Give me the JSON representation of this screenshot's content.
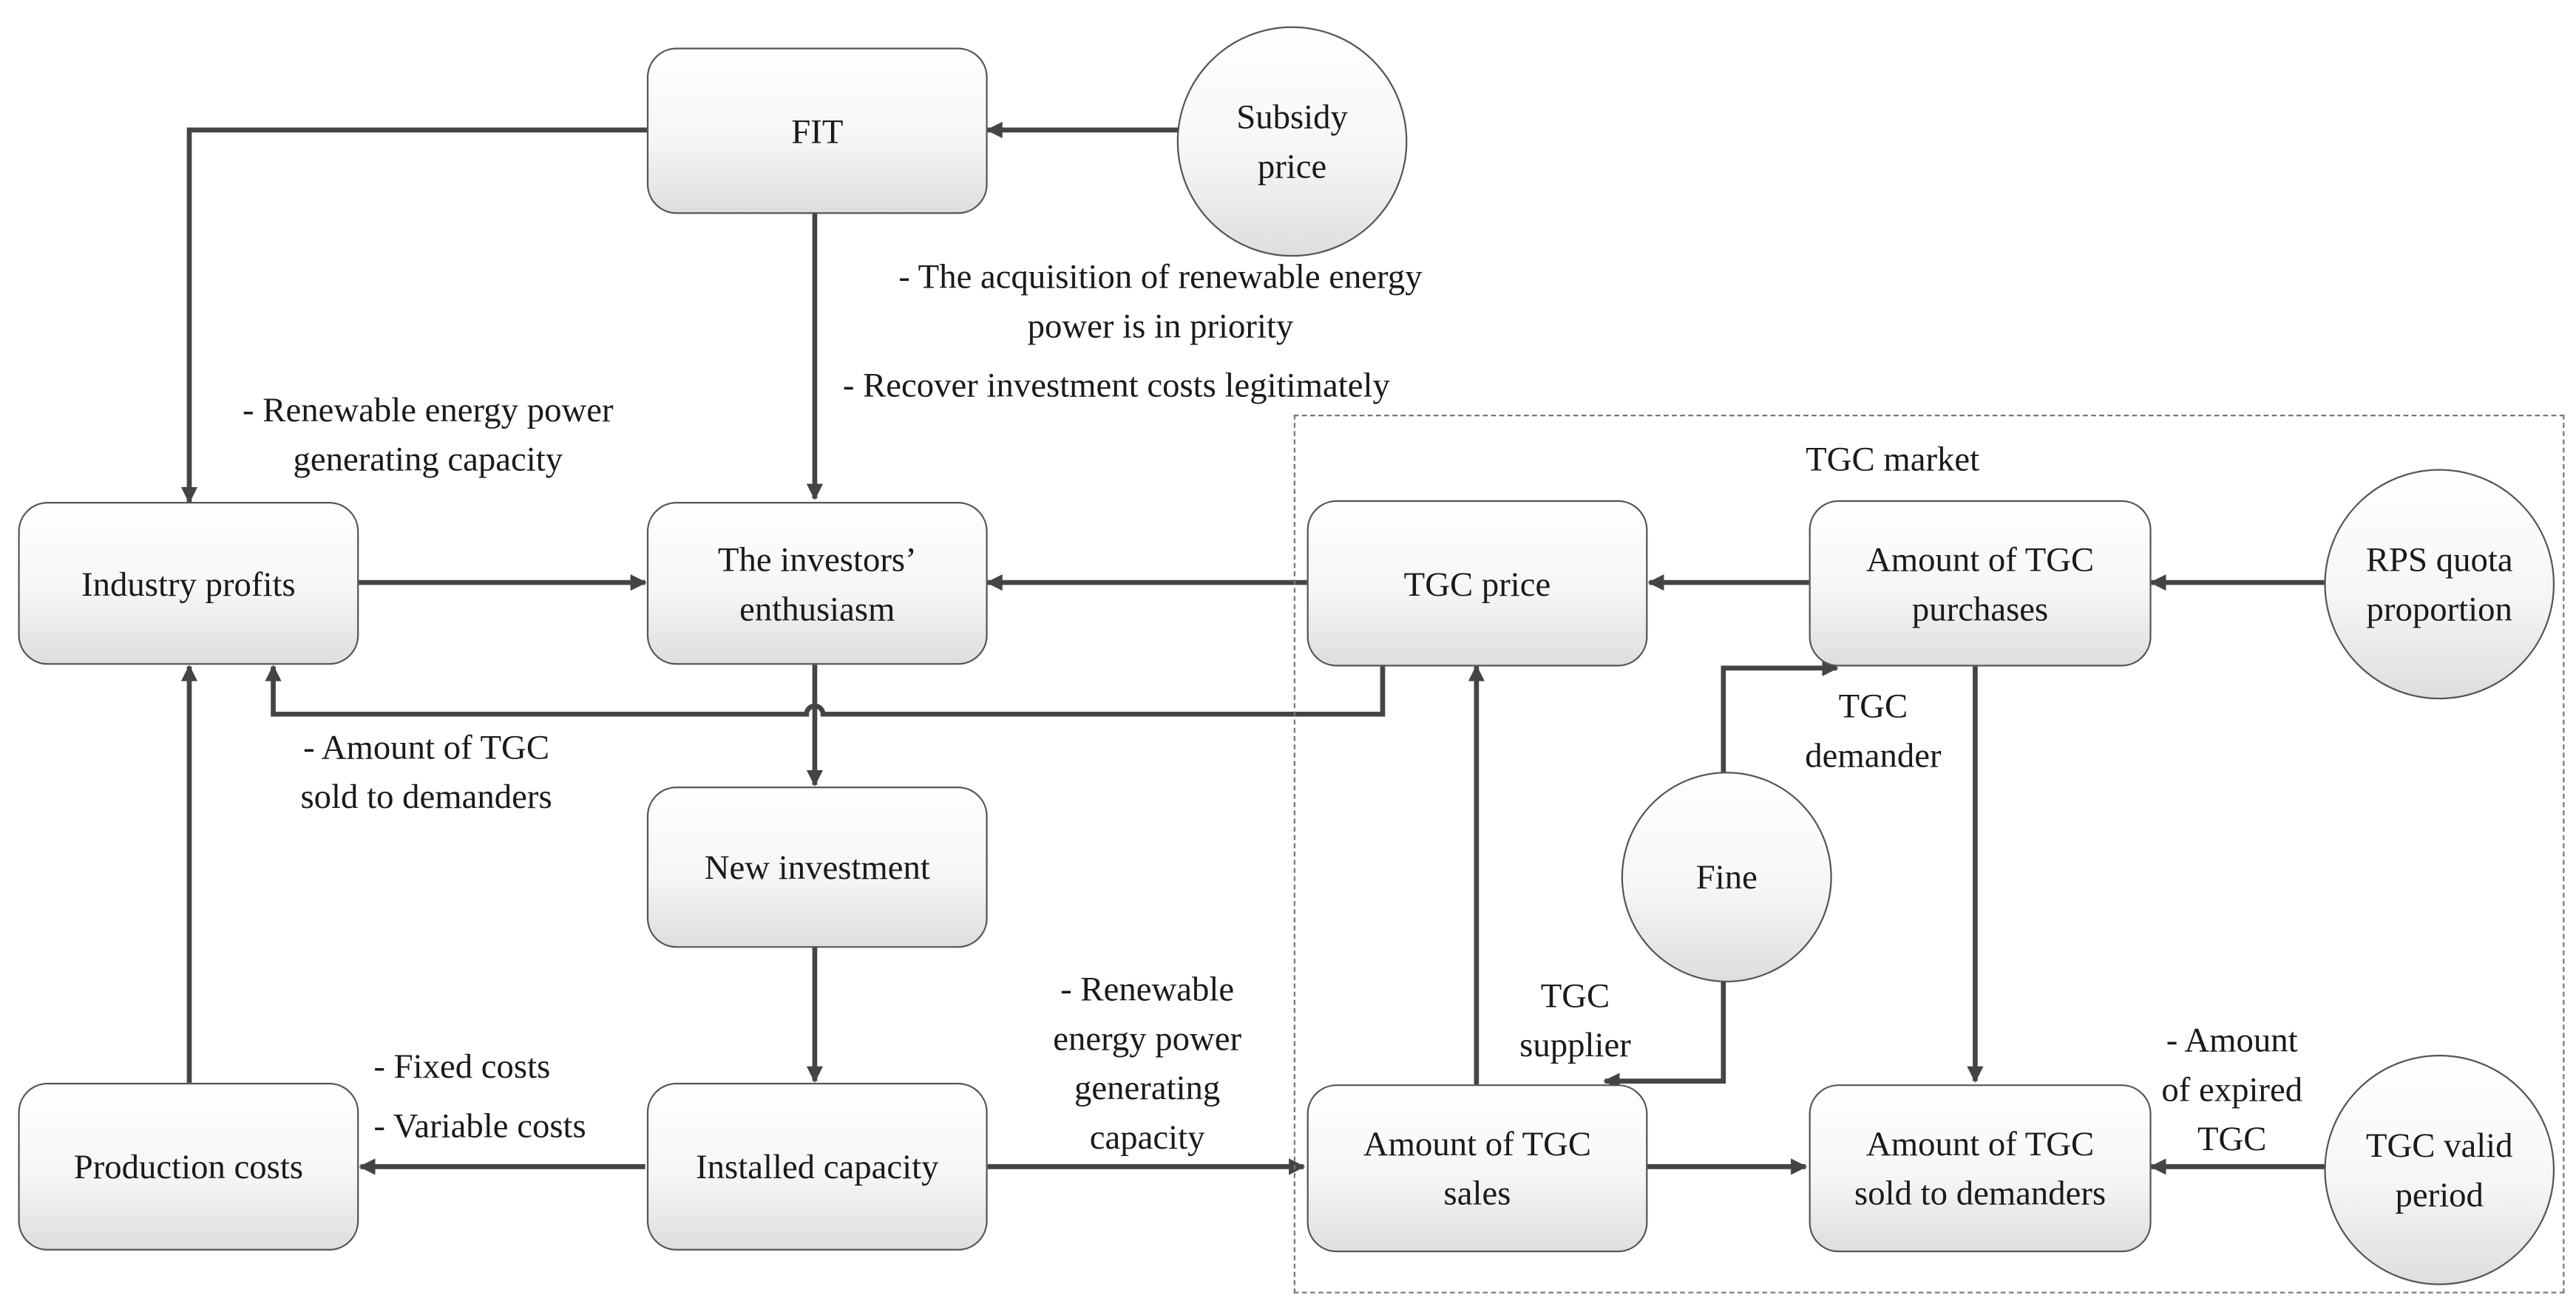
{
  "nodes": {
    "fit": "FIT",
    "subsidy_price": "Subsidy\nprice",
    "industry_profits": "Industry profits",
    "investors_enthusiasm": "The investors’\nenthusiasm",
    "tgc_price": "TGC price",
    "tgc_purchases": "Amount of TGC\npurchases",
    "rps_quota": "RPS quota\nproportion",
    "new_investment": "New investment",
    "fine": "Fine",
    "production_costs": "Production costs",
    "installed_capacity": "Installed capacity",
    "tgc_sales": "Amount of TGC\nsales",
    "tgc_sold": "Amount of TGC\nsold to demanders",
    "tgc_valid_period": "TGC valid\nperiod"
  },
  "labels": {
    "acquisition": "- The acquisition of renewable energy\npower is in priority",
    "recover": "- Recover  investment costs legitimately",
    "renewable_capacity_left": "- Renewable energy power\ngenerating capacity",
    "tgc_market": "TGC market",
    "amount_sold": "- Amount of TGC\nsold to demanders",
    "tgc_demander": "TGC\ndemander",
    "tgc_supplier": "TGC\nsupplier",
    "fixed_costs": "- Fixed costs",
    "variable_costs": "- Variable costs",
    "renewable_capacity_bottom": "- Renewable\nenergy power\ngenerating\ncapacity",
    "expired_tgc": "- Amount\nof expired\nTGC"
  }
}
